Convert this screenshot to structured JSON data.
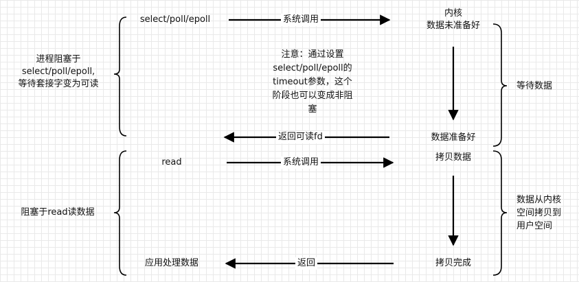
{
  "left_labels": {
    "select_block": "进程阻塞于\nselect/poll/epoll,\n等待套接字变为可读",
    "read_block": "阻塞于read读数据"
  },
  "flow": {
    "select_call": "select/poll/epoll",
    "read_call": "read",
    "app_process": "应用处理数据"
  },
  "arrows": {
    "syscall_1": "系统调用",
    "return_readable": "返回可读fd",
    "syscall_2": "系统调用",
    "return": "返回"
  },
  "kernel": {
    "not_ready": "内核\n数据未准备好",
    "ready": "数据准备好",
    "copy_data": "拷贝数据",
    "copy_done": "拷贝完成"
  },
  "right_labels": {
    "wait_data": "等待数据",
    "copy_to_user": "数据从内核\n空间拷贝到\n用户空间"
  },
  "note": "注意：通过设置\nselect/poll/epoll的\ntimeout参数，这个\n阶段也可以变成非阻\n塞"
}
